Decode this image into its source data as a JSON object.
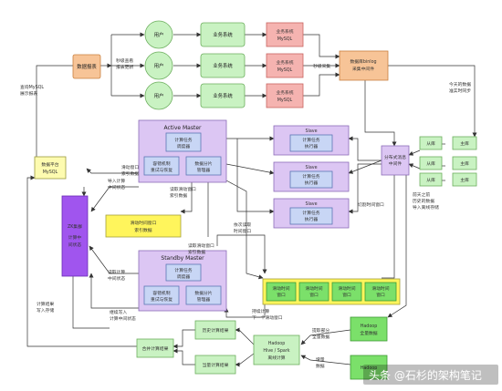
{
  "labels": {
    "report": "数据报表",
    "user": "用户",
    "biz_sys": "业务系统",
    "biz_db_1": "业务系统",
    "biz_db_2": "MySQL",
    "binlog_1": "数据库binlog",
    "binlog_2": "采集中间件",
    "q_mysql_1": "查询MySQL",
    "q_mysql_2": "展示报表",
    "sec_1": "秒级查看",
    "sec_2": "报表更新",
    "sec_sense": "秒级采集",
    "today_1": "今天的数据",
    "today_2": "准实时同步",
    "dp_1": "数据平台",
    "dp_2": "MySQL",
    "active_master": "Active Master",
    "standby_master": "Standby Master",
    "task_1": "计算任务",
    "task_2": "调度器",
    "fault_1": "容错机制",
    "fault_2": "重试与恢复",
    "shard_1": "数据分片",
    "shard_2": "管理器",
    "slave": "Slave",
    "exec_1": "计算任务",
    "exec_2": "执行器",
    "mq_1": "分布式消息",
    "mq_2": "中间件",
    "slave_db": "从库",
    "master_db": "主库",
    "win_1": "滑动时间窗口",
    "win_2": "索引数据",
    "win_cell_1": "滑动时间",
    "win_cell_2": "窗口",
    "zk_1": "ZK集群",
    "zk_2": "计算中",
    "zk_3": "间状态",
    "hadoop_1": "Hadoop",
    "hadoop_2": "全量数据",
    "hive_1": "Hadoop",
    "hive_2": "Hive / Spark",
    "hive_3": "离线计算",
    "hist_1": "历史计算结果",
    "cur_1": "当量计算结果",
    "merge_1": "合并计算结果",
    "a_import_1": "导入计算",
    "a_import_2": "中间状态",
    "a_read_1": "读取计算",
    "a_read_2": "中间状态",
    "a_result_1": "计算结果",
    "a_result_2": "写入存储",
    "a_write_1": "继续写入",
    "a_write_2": "计算中间状态",
    "a_win_1": "滑动窗口",
    "a_win_2": "索引数据",
    "a_win_3": "读取滑动窗口",
    "a_win_4": "索引数据",
    "a_read_win_1": "依次读取",
    "a_read_win_2": "时间窗口",
    "a_cut_1": "切割时间窗口",
    "a_next_1": "持续计算",
    "a_next_2": "下一个滑动窗口",
    "a_prev_1": "前天之前",
    "a_prev_2": "历史的数据",
    "a_prev_3": "导入离线存储",
    "a_extract_1": "提取部分",
    "a_extract_2": "全量数据",
    "a_cur_1": "增量",
    "a_cur_2": "数据",
    "watermark": "头条 @石杉的架构笔记"
  },
  "colors": {
    "orange": "#f7c497",
    "green": "#c9f2c2",
    "pink": "#f5b3b0",
    "lavender": "#dcc6f3",
    "blue": "#c8d6f5",
    "yellow": "#fdfbb0",
    "bright_yellow": "#fff55c",
    "bright_green": "#7be06a",
    "purple": "#a055ee"
  }
}
